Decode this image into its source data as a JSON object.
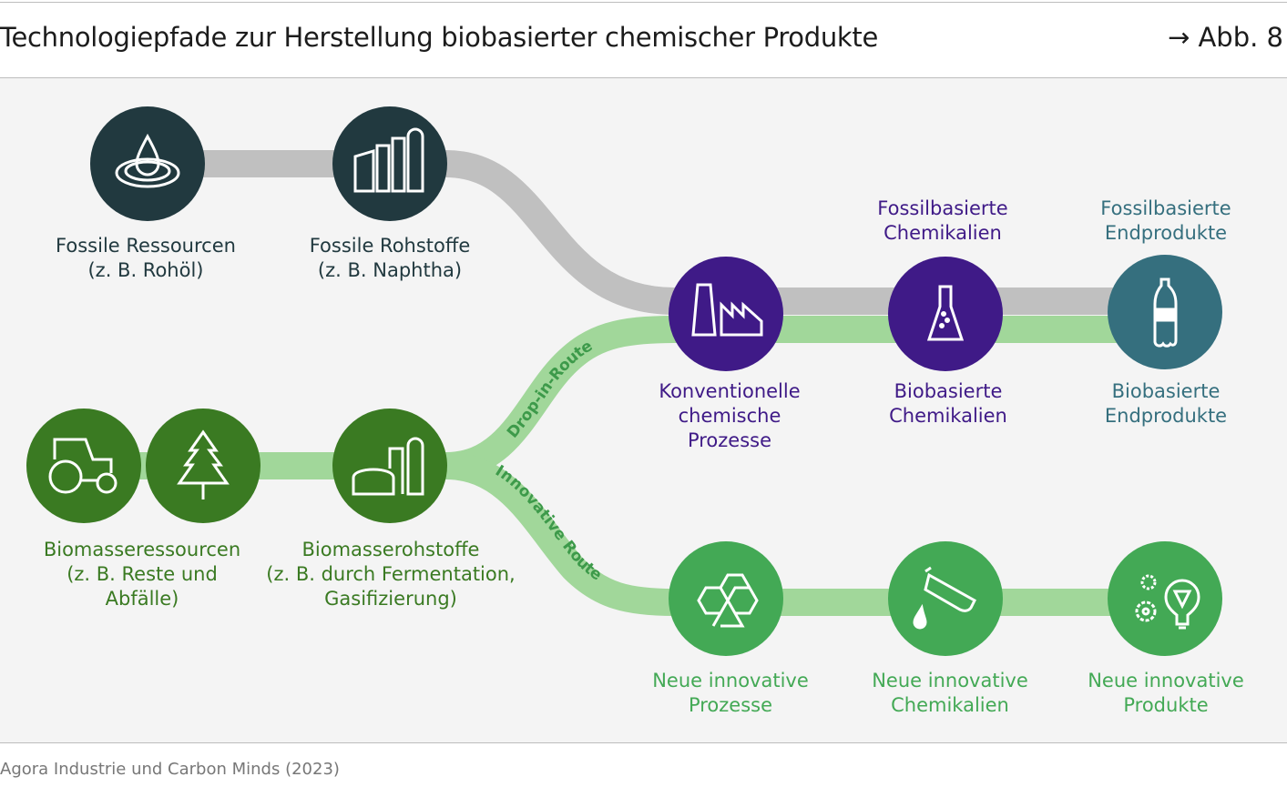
{
  "header": {
    "title": "Technologiepfade zur Herstellung biobasierter chemischer Produkte",
    "figure_ref": "→ Abb. 8"
  },
  "routes": {
    "drop_in": "Drop-in-Route",
    "innovative": "Innovative Route"
  },
  "nodes": {
    "fossile_ressourcen": [
      "Fossile Ressourcen",
      "(z. B. Rohöl)"
    ],
    "fossile_rohstoffe": [
      "Fossile Rohstoffe",
      "(z. B. Naphtha)"
    ],
    "konventionelle_prozesse": [
      "Konventionelle",
      "chemische",
      "Prozesse"
    ],
    "fossil_chemikalien": [
      "Fossilbasierte",
      "Chemikalien"
    ],
    "fossil_endprodukte": [
      "Fossilbasierte",
      "Endprodukte"
    ],
    "bio_chemikalien": [
      "Biobasierte",
      "Chemikalien"
    ],
    "bio_endprodukte": [
      "Biobasierte",
      "Endprodukte"
    ],
    "biomasseressourcen": [
      "Biomasseressourcen",
      "(z. B. Reste und",
      "Abfälle)"
    ],
    "biomasserohstoffe": [
      "Biomasserohstoffe",
      "(z. B. durch Fermentation,",
      "Gasifizierung)"
    ],
    "neue_prozesse": [
      "Neue innovative",
      "Prozesse"
    ],
    "neue_chemikalien": [
      "Neue innovative",
      "Chemikalien"
    ],
    "neue_produkte": [
      "Neue innovative",
      "Produkte"
    ]
  },
  "colors": {
    "dark": "#21393f",
    "dark_green": "#3a7a22",
    "purple": "#3f1a87",
    "teal": "#356f7e",
    "green": "#43a955",
    "light_green": "#a1d79a",
    "gray": "#c0c0c0"
  },
  "footer": {
    "source": "Agora Industrie und Carbon Minds (2023)"
  }
}
